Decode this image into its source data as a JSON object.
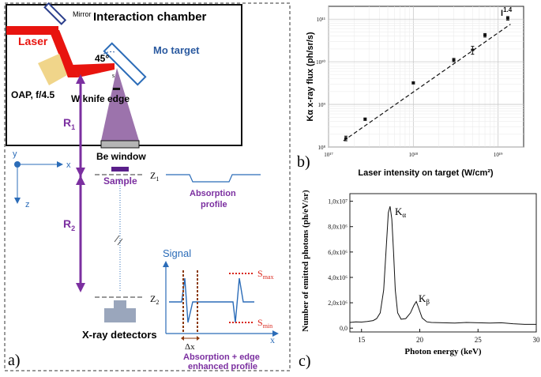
{
  "panel_a": {
    "panel_label": "a)",
    "chamber_title": "Interaction chamber",
    "mirror": "Mirror",
    "laser": "Laser",
    "mo_target": "Mo target",
    "angle": "45°",
    "s_label": "s",
    "oap": "OAP, f/4.5",
    "knife": "W knife edge",
    "r1": "R",
    "r1_sub": "1",
    "r2": "R",
    "r2_sub": "2",
    "be_window": "Be window",
    "sample": "Sample",
    "z1": "Z",
    "z1_sub": "1",
    "z2": "Z",
    "z2_sub": "2",
    "abs_profile_1": "Absorption",
    "abs_profile_2": "profile",
    "axis_x": "x",
    "axis_y": "y",
    "axis_z": "z",
    "signal": "Signal",
    "smax": "S",
    "smax_sub": "max",
    "smin": "S",
    "smin_sub": "min",
    "dx": "Δx",
    "signal_x": "x",
    "detectors": "X-ray detectors",
    "edge_1": "Absorption + edge",
    "edge_2": "enhanced profile",
    "colors": {
      "laser": "#e8140f",
      "purple": "#7b2fa0",
      "blue": "#2b6cb8",
      "red": "#d9261c",
      "brown": "#8b3a0f",
      "oap": "#f0d58a",
      "gray": "#9aa6bc"
    }
  },
  "panel_b": {
    "panel_label": "b)",
    "slope_label": "I",
    "slope_exp": "1.4",
    "ylabel": "Kα x-ray flux (ph/sr/s)",
    "xlabel": "Laser intensity on target (W/cm²)"
  },
  "panel_c": {
    "panel_label": "c)",
    "k_alpha": "K",
    "k_alpha_sub": "α",
    "k_beta": "K",
    "k_beta_sub": "β",
    "ylabel": "Number of emitted photons (ph/eV/sr)",
    "xlabel": "Photon energy (keV)"
  },
  "chart_data": [
    {
      "type": "scatter",
      "xscale": "log",
      "yscale": "log",
      "xlim": [
        1e+17,
        2e+19
      ],
      "ylim": [
        100000000.0,
        200000000000.0
      ],
      "x_ticks": [
        "10¹⁷",
        "10¹⁸",
        "10¹⁹"
      ],
      "y_ticks": [
        "10⁸",
        "10⁹",
        "10¹⁰",
        "10¹¹"
      ],
      "xlabel": "Laser intensity on target (W/cm²)",
      "ylabel": "Kα x-ray flux (ph/sr/s)",
      "grid": true,
      "x": [
        1.6e+17,
        2.7e+17,
        1e+18,
        3e+18,
        5e+18,
        7e+18,
        1.3e+19
      ],
      "y": [
        160000000.0,
        450000000.0,
        3200000000.0,
        11000000000.0,
        19000000000.0,
        42000000000.0,
        105000000000.0
      ],
      "y_err": [
        20000000.0,
        30000000.0,
        200000000.0,
        1000000000.0,
        4000000000.0,
        4000000000.0,
        10000000000.0
      ],
      "fit": {
        "style": "dashed",
        "x": [
          1.5e+17,
          1.4e+19
        ],
        "y": [
          140000000.0,
          76000000000.0
        ],
        "label": "I^1.4"
      }
    },
    {
      "type": "line",
      "xlim": [
        14,
        30
      ],
      "ylim": [
        -300000.0,
        10600000.0
      ],
      "x_ticks": [
        15,
        20,
        25,
        30
      ],
      "y_ticks": [
        "0,0",
        "2,0x10⁶",
        "4,0x10⁶",
        "6,0x10⁶",
        "8,0x10⁶",
        "1,0x10⁷"
      ],
      "xlabel": "Photon energy (keV)",
      "ylabel": "Number of emitted photons (ph/eV/sr)",
      "grid": false,
      "series": [
        {
          "x": [
            14.0,
            14.5,
            15.0,
            15.5,
            16.0,
            16.3,
            16.6,
            16.9,
            17.1,
            17.3,
            17.45,
            17.6,
            17.75,
            17.9,
            18.1,
            18.4,
            18.8,
            19.2,
            19.5,
            19.7,
            19.9,
            20.2,
            20.6,
            21.0,
            22.0,
            23.0,
            24.0,
            25.0,
            26.0,
            27.0,
            28.0,
            29.0,
            30.0
          ],
          "y": [
            450000.0,
            500000.0,
            480000.0,
            520000.0,
            600000.0,
            750000.0,
            1200000.0,
            3000000.0,
            6000000.0,
            9100000.0,
            9600000.0,
            8600000.0,
            6000000.0,
            3000000.0,
            1200000.0,
            700000.0,
            750000.0,
            1200000.0,
            1800000.0,
            2100000.0,
            1600000.0,
            800000.0,
            500000.0,
            450000.0,
            420000.0,
            400000.0,
            450000.0,
            420000.0,
            400000.0,
            420000.0,
            350000.0,
            300000.0,
            300000.0
          ]
        }
      ],
      "annotations": [
        "Kα",
        "Kβ"
      ]
    }
  ]
}
